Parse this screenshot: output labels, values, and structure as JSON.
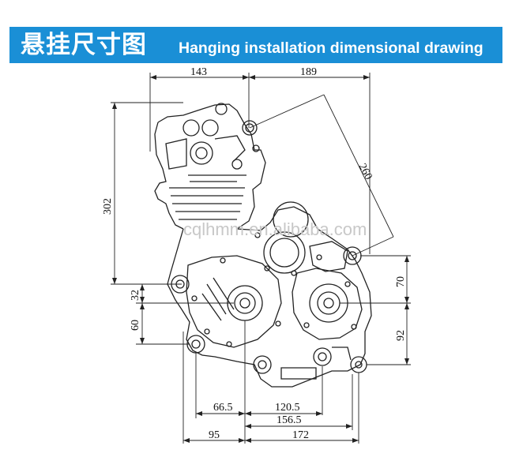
{
  "banner": {
    "title_cn": "悬挂尺寸图",
    "title_en": "Hanging installation dimensional drawing"
  },
  "watermark": "cqlhmm.en.alibaba.com",
  "dimensions": {
    "top_left": "143",
    "top_right": "189",
    "diagonal": "260",
    "height_left": "302",
    "left_upper": "32",
    "left_lower": "60",
    "right_upper": "70",
    "right_lower": "92",
    "bottom_a": "66.5",
    "bottom_b": "120.5",
    "bottom_c": "156.5",
    "bottom_left": "95",
    "bottom_right": "172"
  },
  "colors": {
    "banner": "#1a8fd6",
    "line": "#222222"
  }
}
